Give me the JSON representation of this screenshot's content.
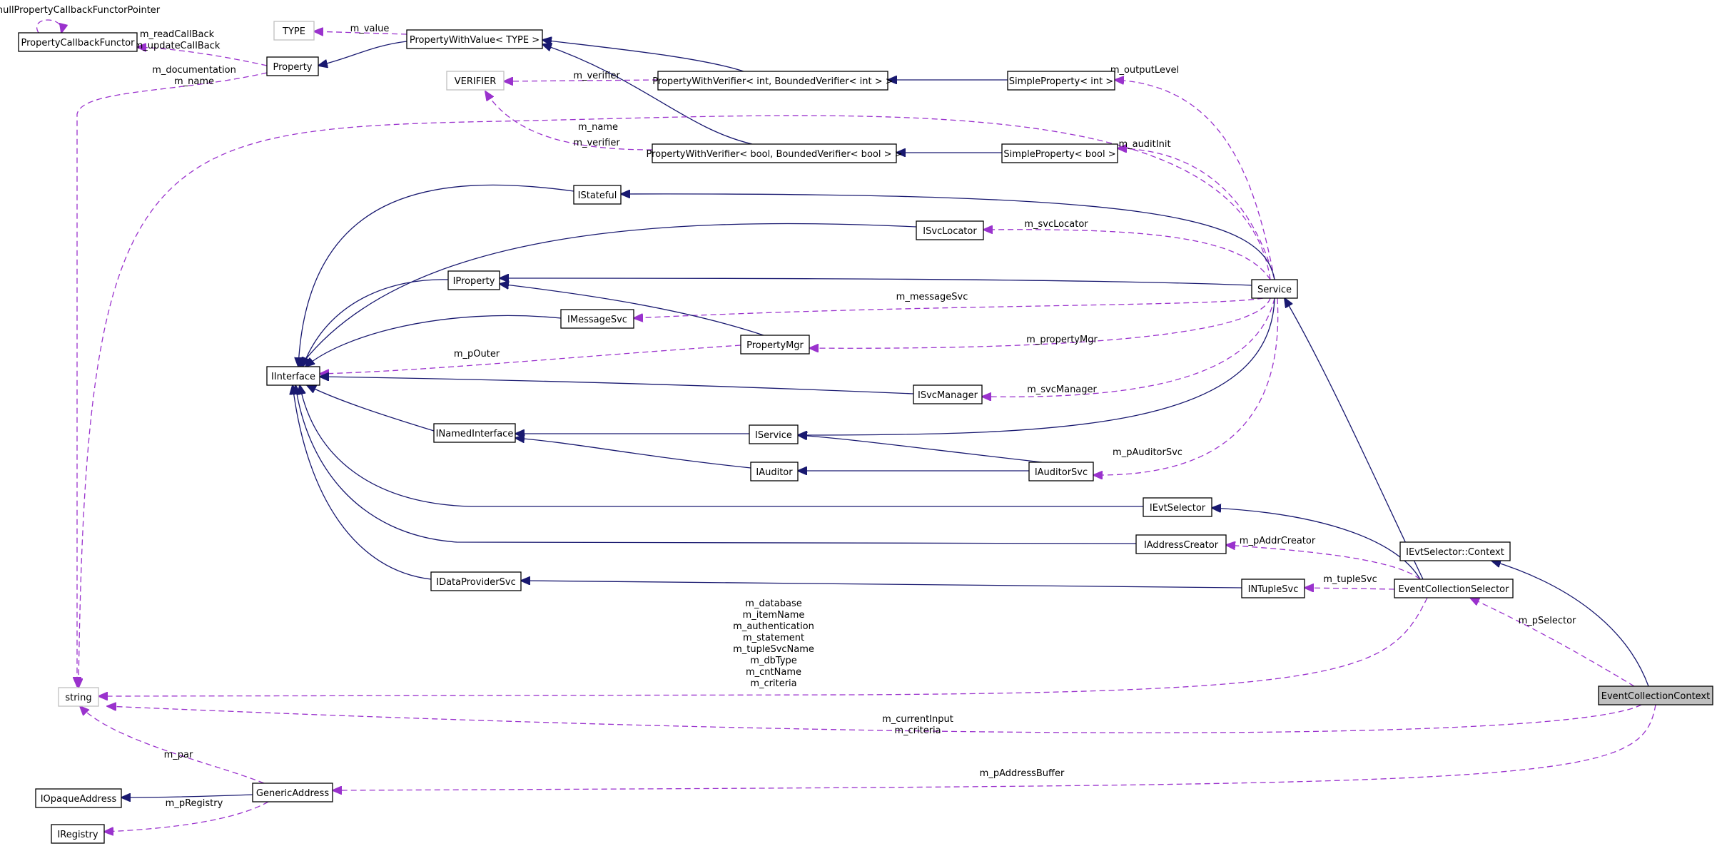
{
  "colors": {
    "inheritance": "#191970",
    "usage": "#9a32cd",
    "focus_fill": "#bfbfbf",
    "external_border": "#bfbfbf"
  },
  "nodes": [
    {
      "id": "PropertyCallbackFunctor",
      "label": "PropertyCallbackFunctor"
    },
    {
      "id": "TYPE",
      "label": "TYPE",
      "external": true
    },
    {
      "id": "PropertyWithValueTYPE",
      "label": "PropertyWithValue< TYPE >"
    },
    {
      "id": "Property",
      "label": "Property"
    },
    {
      "id": "VERIFIER",
      "label": "VERIFIER",
      "external": true
    },
    {
      "id": "PWVint",
      "label": "PropertyWithVerifier< int, BoundedVerifier< int > >"
    },
    {
      "id": "SPint",
      "label": "SimpleProperty< int >"
    },
    {
      "id": "PWVbool",
      "label": "PropertyWithVerifier< bool, BoundedVerifier< bool > >"
    },
    {
      "id": "SPbool",
      "label": "SimpleProperty< bool >"
    },
    {
      "id": "IStateful",
      "label": "IStateful"
    },
    {
      "id": "ISvcLocator",
      "label": "ISvcLocator"
    },
    {
      "id": "IProperty",
      "label": "IProperty"
    },
    {
      "id": "Service",
      "label": "Service"
    },
    {
      "id": "IMessageSvc",
      "label": "IMessageSvc"
    },
    {
      "id": "PropertyMgr",
      "label": "PropertyMgr"
    },
    {
      "id": "IInterface",
      "label": "IInterface"
    },
    {
      "id": "ISvcManager",
      "label": "ISvcManager"
    },
    {
      "id": "INamedInterface",
      "label": "INamedInterface"
    },
    {
      "id": "IService",
      "label": "IService"
    },
    {
      "id": "IAuditor",
      "label": "IAuditor"
    },
    {
      "id": "IAuditorSvc",
      "label": "IAuditorSvc"
    },
    {
      "id": "IEvtSelector",
      "label": "IEvtSelector"
    },
    {
      "id": "IAddressCreator",
      "label": "IAddressCreator"
    },
    {
      "id": "IEvtSelectorContext",
      "label": "IEvtSelector::Context"
    },
    {
      "id": "IDataProviderSvc",
      "label": "IDataProviderSvc"
    },
    {
      "id": "INTupleSvc",
      "label": "INTupleSvc"
    },
    {
      "id": "EventCollectionSelector",
      "label": "EventCollectionSelector"
    },
    {
      "id": "string",
      "label": "string",
      "external": true
    },
    {
      "id": "EventCollectionContext",
      "label": "EventCollectionContext",
      "focus": true
    },
    {
      "id": "IOpaqueAddress",
      "label": "IOpaqueAddress"
    },
    {
      "id": "GenericAddress",
      "label": "GenericAddress"
    },
    {
      "id": "IRegistry",
      "label": "IRegistry"
    }
  ],
  "edges": [
    {
      "id": "e_nullcb",
      "from": "PropertyCallbackFunctor",
      "to": "PropertyCallbackFunctor",
      "kind": "use",
      "label": "nullPropertyCallbackFunctorPointer"
    },
    {
      "id": "e_readcb",
      "from": "Property",
      "to": "PropertyCallbackFunctor",
      "kind": "use",
      "label": "m_readCallBack\nm_updateCallBack"
    },
    {
      "id": "e_prop_str",
      "from": "Property",
      "to": "string",
      "kind": "use",
      "label": "m_documentation\nm_name"
    },
    {
      "id": "e_pwv_prop",
      "from": "PropertyWithValueTYPE",
      "to": "Property",
      "kind": "inherit",
      "label": ""
    },
    {
      "id": "e_pwv_type",
      "from": "PropertyWithValueTYPE",
      "to": "TYPE",
      "kind": "use",
      "label": "m_value"
    },
    {
      "id": "e_pwvint_pwv",
      "from": "PWVint",
      "to": "PropertyWithValueTYPE",
      "kind": "inherit",
      "label": ""
    },
    {
      "id": "e_pwvbool_pwv",
      "from": "PWVbool",
      "to": "PropertyWithValueTYPE",
      "kind": "inherit",
      "label": ""
    },
    {
      "id": "e_pwvint_ver",
      "from": "PWVint",
      "to": "VERIFIER",
      "kind": "use",
      "label": "m_verifier"
    },
    {
      "id": "e_pwvbool_ver",
      "from": "PWVbool",
      "to": "VERIFIER",
      "kind": "use",
      "label": "m_verifier"
    },
    {
      "id": "e_spint",
      "from": "SPint",
      "to": "PWVint",
      "kind": "inherit",
      "label": ""
    },
    {
      "id": "e_spbool",
      "from": "SPbool",
      "to": "PWVbool",
      "kind": "inherit",
      "label": ""
    },
    {
      "id": "e_svc_outlvl",
      "from": "Service",
      "to": "SPint",
      "kind": "use",
      "label": "m_outputLevel"
    },
    {
      "id": "e_svc_audit",
      "from": "Service",
      "to": "SPbool",
      "kind": "use",
      "label": "m_auditInit"
    },
    {
      "id": "e_svc_name",
      "from": "Service",
      "to": "string",
      "kind": "use",
      "label": "m_name"
    },
    {
      "id": "e_svc_istateful",
      "from": "Service",
      "to": "IStateful",
      "kind": "inherit",
      "label": ""
    },
    {
      "id": "e_svc_loc",
      "from": "Service",
      "to": "ISvcLocator",
      "kind": "use",
      "label": "m_svcLocator"
    },
    {
      "id": "e_svc_iprop",
      "from": "Service",
      "to": "IProperty",
      "kind": "inherit",
      "label": ""
    },
    {
      "id": "e_svc_msg",
      "from": "Service",
      "to": "IMessageSvc",
      "kind": "use",
      "label": "m_messageSvc"
    },
    {
      "id": "e_svc_pmgr",
      "from": "Service",
      "to": "PropertyMgr",
      "kind": "use",
      "label": "m_propertyMgr"
    },
    {
      "id": "e_svc_smgr",
      "from": "Service",
      "to": "ISvcManager",
      "kind": "use",
      "label": "m_svcManager"
    },
    {
      "id": "e_svc_iservice",
      "from": "Service",
      "to": "IService",
      "kind": "inherit",
      "label": ""
    },
    {
      "id": "e_svc_asvc",
      "from": "Service",
      "to": "IAuditorSvc",
      "kind": "use",
      "label": "m_pAuditorSvc"
    },
    {
      "id": "e_istateful_ii",
      "from": "IStateful",
      "to": "IInterface",
      "kind": "inherit",
      "label": ""
    },
    {
      "id": "e_isvcloc_ii",
      "from": "ISvcLocator",
      "to": "IInterface",
      "kind": "inherit",
      "label": ""
    },
    {
      "id": "e_iprop_ii",
      "from": "IProperty",
      "to": "IInterface",
      "kind": "inherit",
      "label": ""
    },
    {
      "id": "e_imsg_ii",
      "from": "IMessageSvc",
      "to": "IInterface",
      "kind": "inherit",
      "label": ""
    },
    {
      "id": "e_pmgr_iprop",
      "from": "PropertyMgr",
      "to": "IProperty",
      "kind": "inherit",
      "label": ""
    },
    {
      "id": "e_pmgr_outer",
      "from": "PropertyMgr",
      "to": "IInterface",
      "kind": "use",
      "label": "m_pOuter"
    },
    {
      "id": "e_ismgr_ii",
      "from": "ISvcManager",
      "to": "IInterface",
      "kind": "inherit",
      "label": ""
    },
    {
      "id": "e_inamed_ii",
      "from": "INamedInterface",
      "to": "IInterface",
      "kind": "inherit",
      "label": ""
    },
    {
      "id": "e_iservice_inamed",
      "from": "IService",
      "to": "INamedInterface",
      "kind": "inherit",
      "label": ""
    },
    {
      "id": "e_iauditor_inamed",
      "from": "IAuditor",
      "to": "INamedInterface",
      "kind": "inherit",
      "label": ""
    },
    {
      "id": "e_iasvc_iservice",
      "from": "IAuditorSvc",
      "to": "IService",
      "kind": "inherit",
      "label": ""
    },
    {
      "id": "e_iasvc_iauditor",
      "from": "IAuditorSvc",
      "to": "IAuditor",
      "kind": "inherit",
      "label": ""
    },
    {
      "id": "e_ievt_ii",
      "from": "IEvtSelector",
      "to": "IInterface",
      "kind": "inherit",
      "label": ""
    },
    {
      "id": "e_iaddr_ii",
      "from": "IAddressCreator",
      "to": "IInterface",
      "kind": "inherit",
      "label": ""
    },
    {
      "id": "e_idp_ii",
      "from": "IDataProviderSvc",
      "to": "IInterface",
      "kind": "inherit",
      "label": ""
    },
    {
      "id": "e_intuple_idp",
      "from": "INTupleSvc",
      "to": "IDataProviderSvc",
      "kind": "inherit",
      "label": ""
    },
    {
      "id": "e_ecs_service",
      "from": "EventCollectionSelector",
      "to": "Service",
      "kind": "inherit",
      "label": ""
    },
    {
      "id": "e_ecs_ievt",
      "from": "EventCollectionSelector",
      "to": "IEvtSelector",
      "kind": "inherit",
      "label": ""
    },
    {
      "id": "e_ecs_addr",
      "from": "EventCollectionSelector",
      "to": "IAddressCreator",
      "kind": "use",
      "label": "m_pAddrCreator"
    },
    {
      "id": "e_ecs_tuple",
      "from": "EventCollectionSelector",
      "to": "INTupleSvc",
      "kind": "use",
      "label": "m_tupleSvc"
    },
    {
      "id": "e_ecs_str",
      "from": "EventCollectionSelector",
      "to": "string",
      "kind": "use",
      "label": "m_database\nm_itemName\nm_authentication\nm_statement\nm_tupleSvcName\nm_dbType\nm_cntName\nm_criteria"
    },
    {
      "id": "e_ecc_ctx",
      "from": "EventCollectionContext",
      "to": "IEvtSelectorContext",
      "kind": "inherit",
      "label": ""
    },
    {
      "id": "e_ecc_sel",
      "from": "EventCollectionContext",
      "to": "EventCollectionSelector",
      "kind": "use",
      "label": "m_pSelector"
    },
    {
      "id": "e_ecc_str",
      "from": "EventCollectionContext",
      "to": "string",
      "kind": "use",
      "label": "m_currentInput\nm_criteria"
    },
    {
      "id": "e_ecc_buf",
      "from": "EventCollectionContext",
      "to": "GenericAddress",
      "kind": "use",
      "label": "m_pAddressBuffer"
    },
    {
      "id": "e_ga_str",
      "from": "GenericAddress",
      "to": "string",
      "kind": "use",
      "label": "m_par"
    },
    {
      "id": "e_ga_iopaque",
      "from": "GenericAddress",
      "to": "IOpaqueAddress",
      "kind": "inherit",
      "label": ""
    },
    {
      "id": "e_ga_ireg",
      "from": "GenericAddress",
      "to": "IRegistry",
      "kind": "use",
      "label": "m_pRegistry"
    }
  ]
}
